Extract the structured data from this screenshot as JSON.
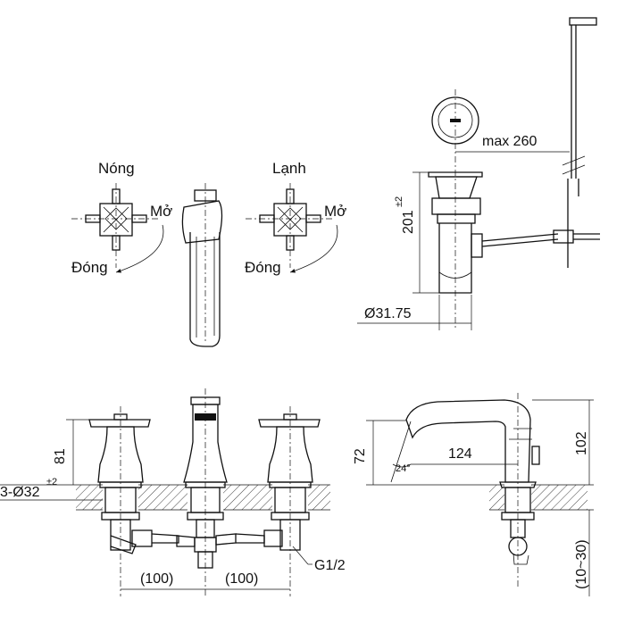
{
  "labels": {
    "hot": "Nóng",
    "cold": "Lạnh",
    "open_hot": "Mở",
    "open_cold": "Mở",
    "close_hot": "Đóng",
    "close_cold": "Đóng"
  },
  "dimensions": {
    "max_260": "max 260",
    "height_201": "201",
    "tol_201": "±2",
    "dia_3175": "Ø31.75",
    "height_81": "81",
    "hole_dia": "3-Ø32",
    "tol_hole": "±2",
    "spacing_left": "(100)",
    "spacing_right": "(100)",
    "thread": "G1/2",
    "spout_72": "72",
    "reach_124": "124",
    "angle_24": "24°",
    "height_102": "102",
    "deck_10_30": "(10~30)"
  },
  "colors": {
    "line": "#111111",
    "hatch": "#111111",
    "background": "#ffffff"
  }
}
